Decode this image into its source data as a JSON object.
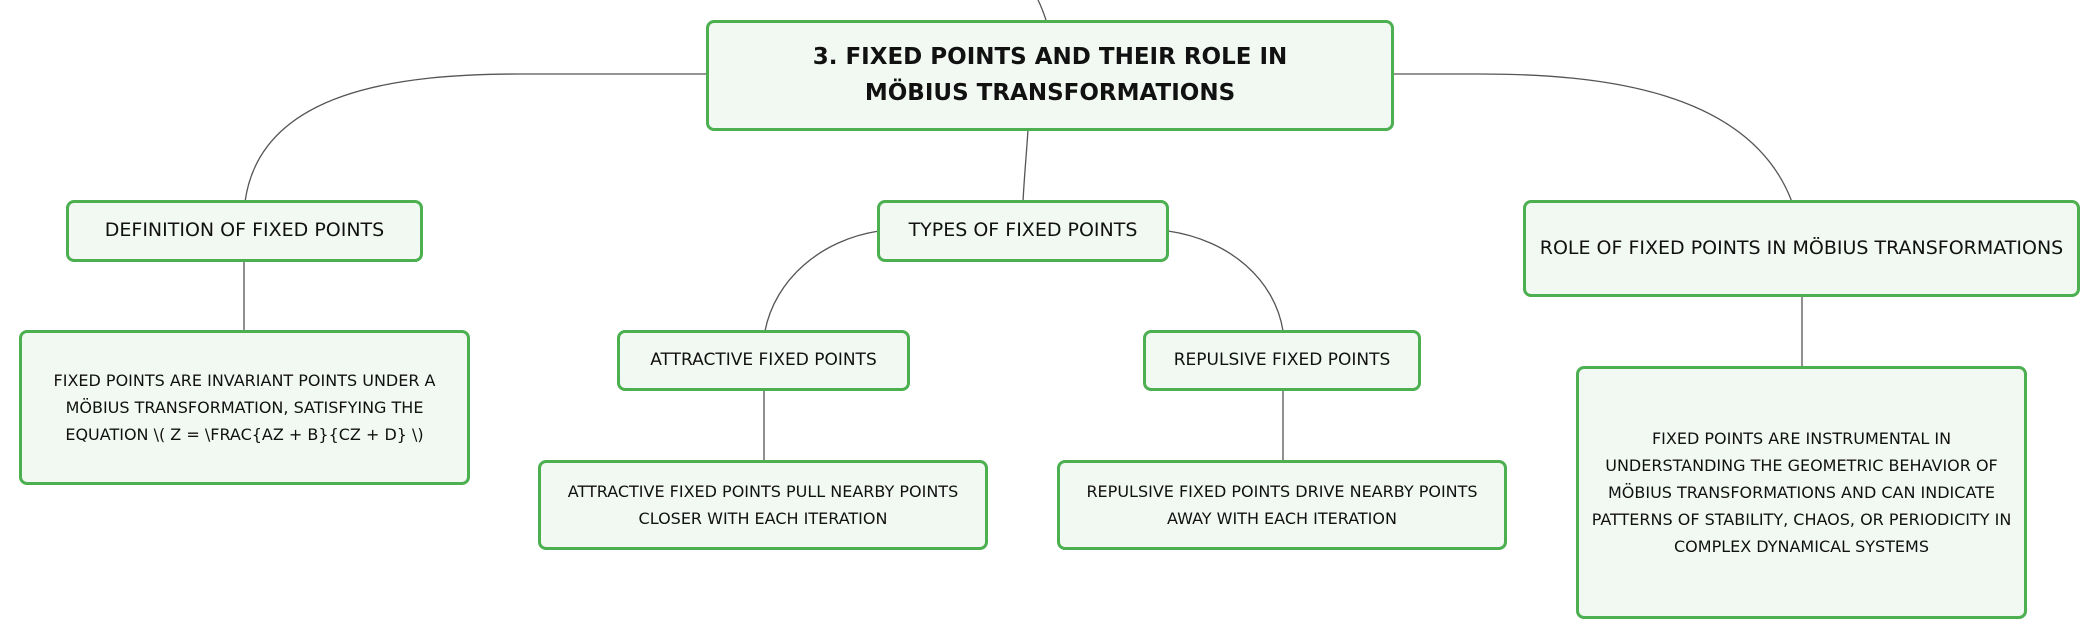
{
  "diagram": {
    "root": {
      "label": "3. FIXED POINTS AND THEIR ROLE IN MÖBIUS TRANSFORMATIONS"
    },
    "definition": {
      "label": "DEFINITION OF FIXED POINTS",
      "detail": "FIXED POINTS ARE INVARIANT POINTS UNDER A MÖBIUS TRANSFORMATION, SATISFYING THE EQUATION \\( Z = \\FRAC{AZ + B}{CZ + D} \\)"
    },
    "types": {
      "label": "TYPES OF FIXED POINTS",
      "attractive": {
        "label": "ATTRACTIVE FIXED POINTS",
        "detail": "ATTRACTIVE FIXED POINTS PULL NEARBY POINTS CLOSER WITH EACH ITERATION"
      },
      "repulsive": {
        "label": "REPULSIVE FIXED POINTS",
        "detail": "REPULSIVE FIXED POINTS DRIVE NEARBY POINTS AWAY WITH EACH ITERATION"
      }
    },
    "role": {
      "label": "ROLE OF FIXED POINTS IN MÖBIUS TRANSFORMATIONS",
      "detail": "FIXED POINTS ARE INSTRUMENTAL IN UNDERSTANDING THE GEOMETRIC BEHAVIOR OF MÖBIUS TRANSFORMATIONS AND CAN INDICATE PATTERNS OF STABILITY, CHAOS, OR PERIODICITY IN COMPLEX DYNAMICAL SYSTEMS"
    }
  },
  "colors": {
    "node_border": "#4caf50",
    "node_fill": "#f2f9f3",
    "connector": "#555555"
  }
}
